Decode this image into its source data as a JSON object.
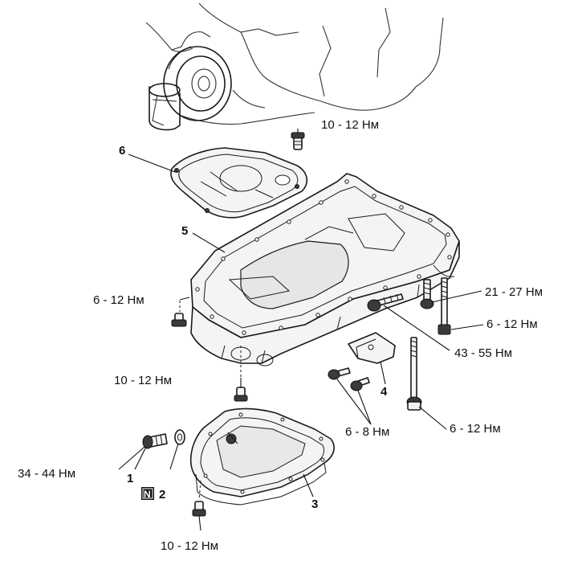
{
  "torques": {
    "t_top_bolt": "10 - 12 Нм",
    "t_left_bolt": "6 - 12 Нм",
    "t_right_bolt_a": "21 - 27 Нм",
    "t_right_bolt_b": "6 - 12 Нм",
    "t_plug_bolt": "43 - 55 Нм",
    "t_mid_bolt": "10 - 12 Нм",
    "t_bracket_bolts": "6 - 8 Нм",
    "t_long_bolt": "6 - 12 Нм",
    "t_drain_plug": "34 - 44 Нм",
    "t_bottom_bolt": "10 - 12 Нм"
  },
  "callouts": {
    "c1": "1",
    "c2": "2",
    "c3": "3",
    "c4": "4",
    "c5": "5",
    "c6": "6",
    "new_part_marker": "N"
  }
}
